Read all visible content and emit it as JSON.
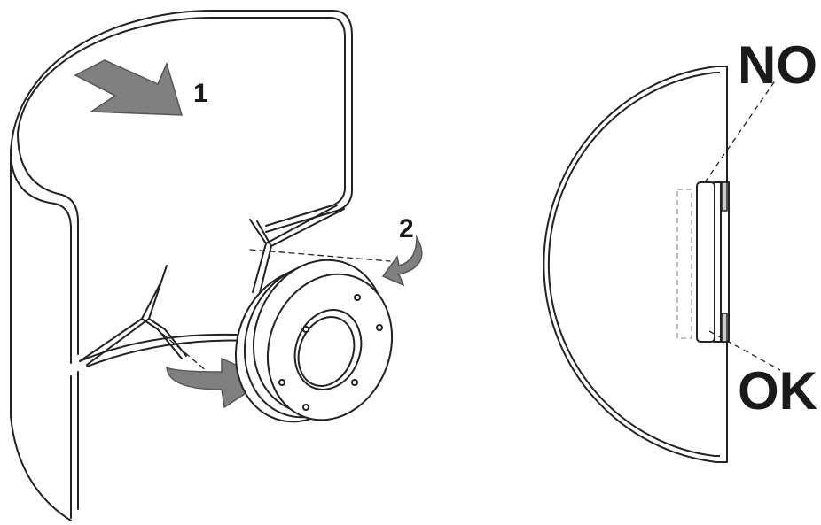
{
  "labels": {
    "step1": "1",
    "step2": "2",
    "no": "NO",
    "ok": "OK"
  },
  "colors": {
    "line": "#222222",
    "arrow_fill": "#808080",
    "background": "#ffffff"
  }
}
